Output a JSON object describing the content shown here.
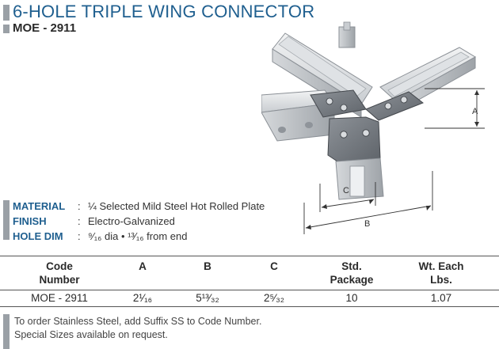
{
  "colors": {
    "title": "#1f5f8f",
    "accent_bar": "#9aa0a6",
    "label": "#1f5f8f",
    "steel_light": "#e6e8ea",
    "steel_mid": "#b9bdc2",
    "steel_dark": "#6f757b",
    "plate": "#7b8087"
  },
  "header": {
    "title": "6-HOLE TRIPLE WING CONNECTOR",
    "part_number": "MOE - 2911"
  },
  "specs": [
    {
      "label": "MATERIAL",
      "colon": ":",
      "value": "¼ Selected Mild Steel Hot Rolled Plate"
    },
    {
      "label": "FINISH",
      "colon": ":",
      "value": "Electro-Galvanized"
    },
    {
      "label": "HOLE DIM",
      "colon": ":",
      "value": "⁹⁄₁₆ dia  •  ¹³⁄₁₆ from end"
    }
  ],
  "diagram": {
    "dim_a": "A",
    "dim_b": "B",
    "dim_c": "C"
  },
  "table": {
    "headers": [
      {
        "line1": "Code",
        "line2": "Number"
      },
      {
        "line1": "A",
        "line2": ""
      },
      {
        "line1": "B",
        "line2": ""
      },
      {
        "line1": "C",
        "line2": ""
      },
      {
        "line1": "Std.",
        "line2": "Package"
      },
      {
        "line1": "Wt. Each",
        "line2": "Lbs."
      }
    ],
    "rows": [
      [
        "MOE - 2911",
        "2¹⁄₁₆",
        "5¹³⁄₃₂",
        "2⁵⁄₃₂",
        "10",
        "1.07"
      ]
    ]
  },
  "notes": [
    "To order Stainless Steel, add Suffix SS to Code Number.",
    "Special Sizes available on request."
  ]
}
